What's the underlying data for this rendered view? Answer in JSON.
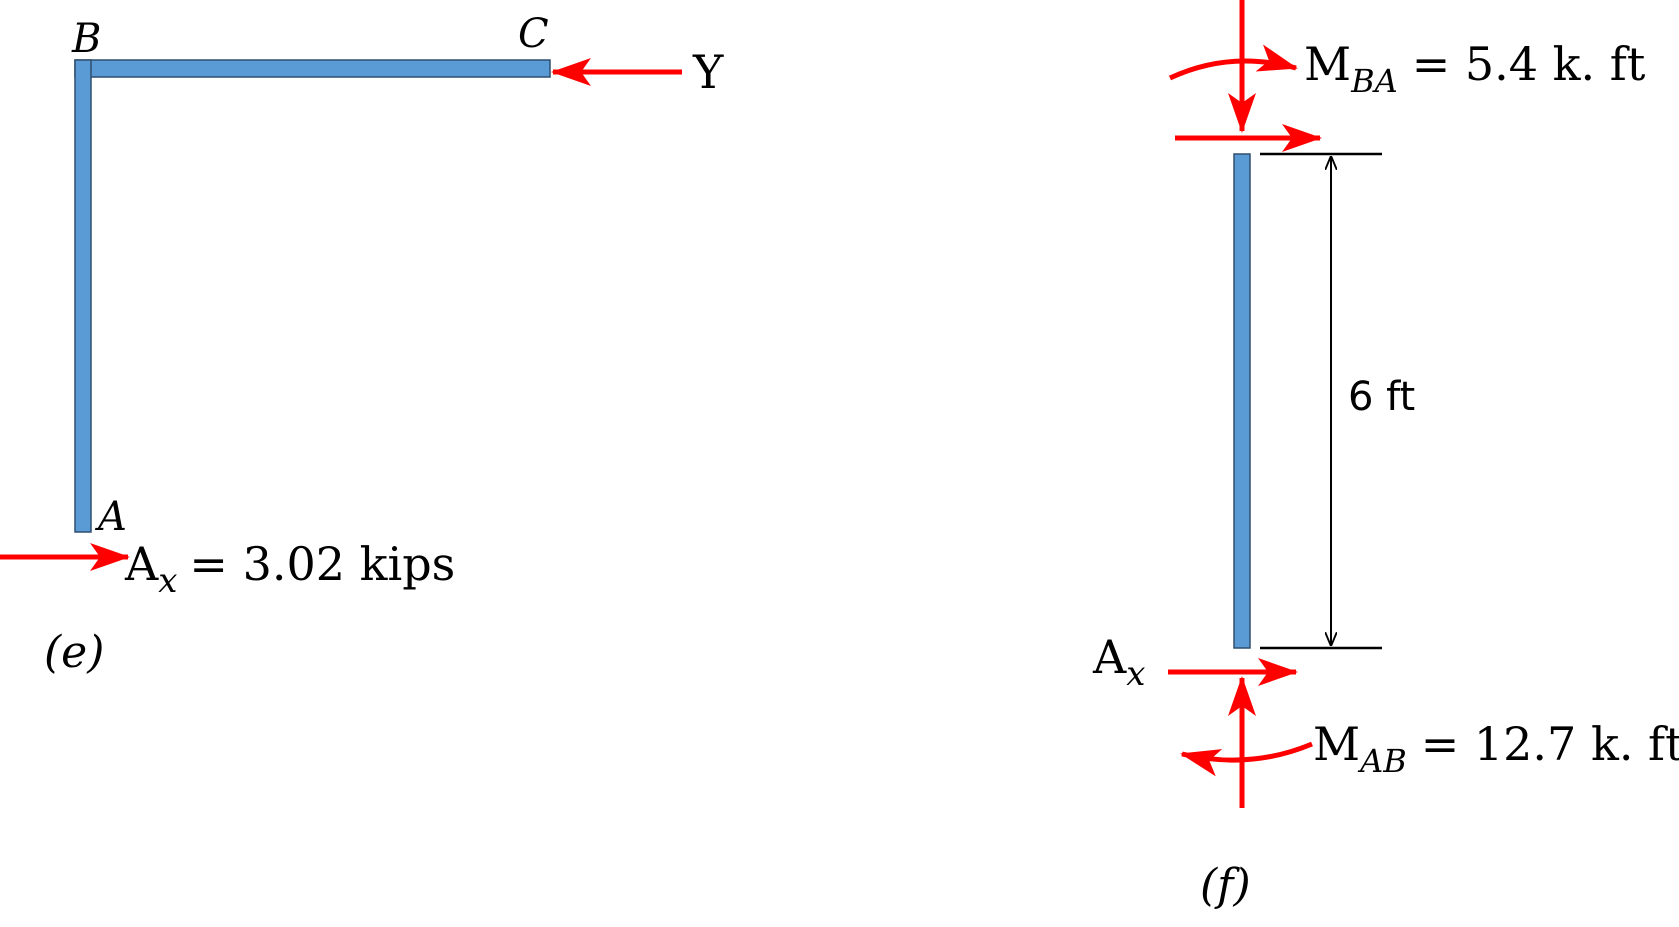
{
  "colors": {
    "member_fill": "#5b9bd5",
    "member_stroke": "#2f4f6f",
    "force_arrow": "#ff0000",
    "dimension_line": "#000000"
  },
  "figure_e": {
    "node_b": "B",
    "node_c": "C",
    "node_a": "A",
    "force_y": "Y",
    "reaction": {
      "symbol": "A",
      "subscript": "x",
      "equals": "= 3.02 kips"
    },
    "caption": "(e)"
  },
  "figure_f": {
    "moment_ba": {
      "symbol": "M",
      "subscript": "BA",
      "equals": "= 5.4 k. ft"
    },
    "dimension": "6 ft",
    "reaction": {
      "symbol": "A",
      "subscript": "x"
    },
    "moment_ab": {
      "symbol": "M",
      "subscript": "AB",
      "equals": "= 12.7 k. ft"
    },
    "caption": "(f)"
  }
}
